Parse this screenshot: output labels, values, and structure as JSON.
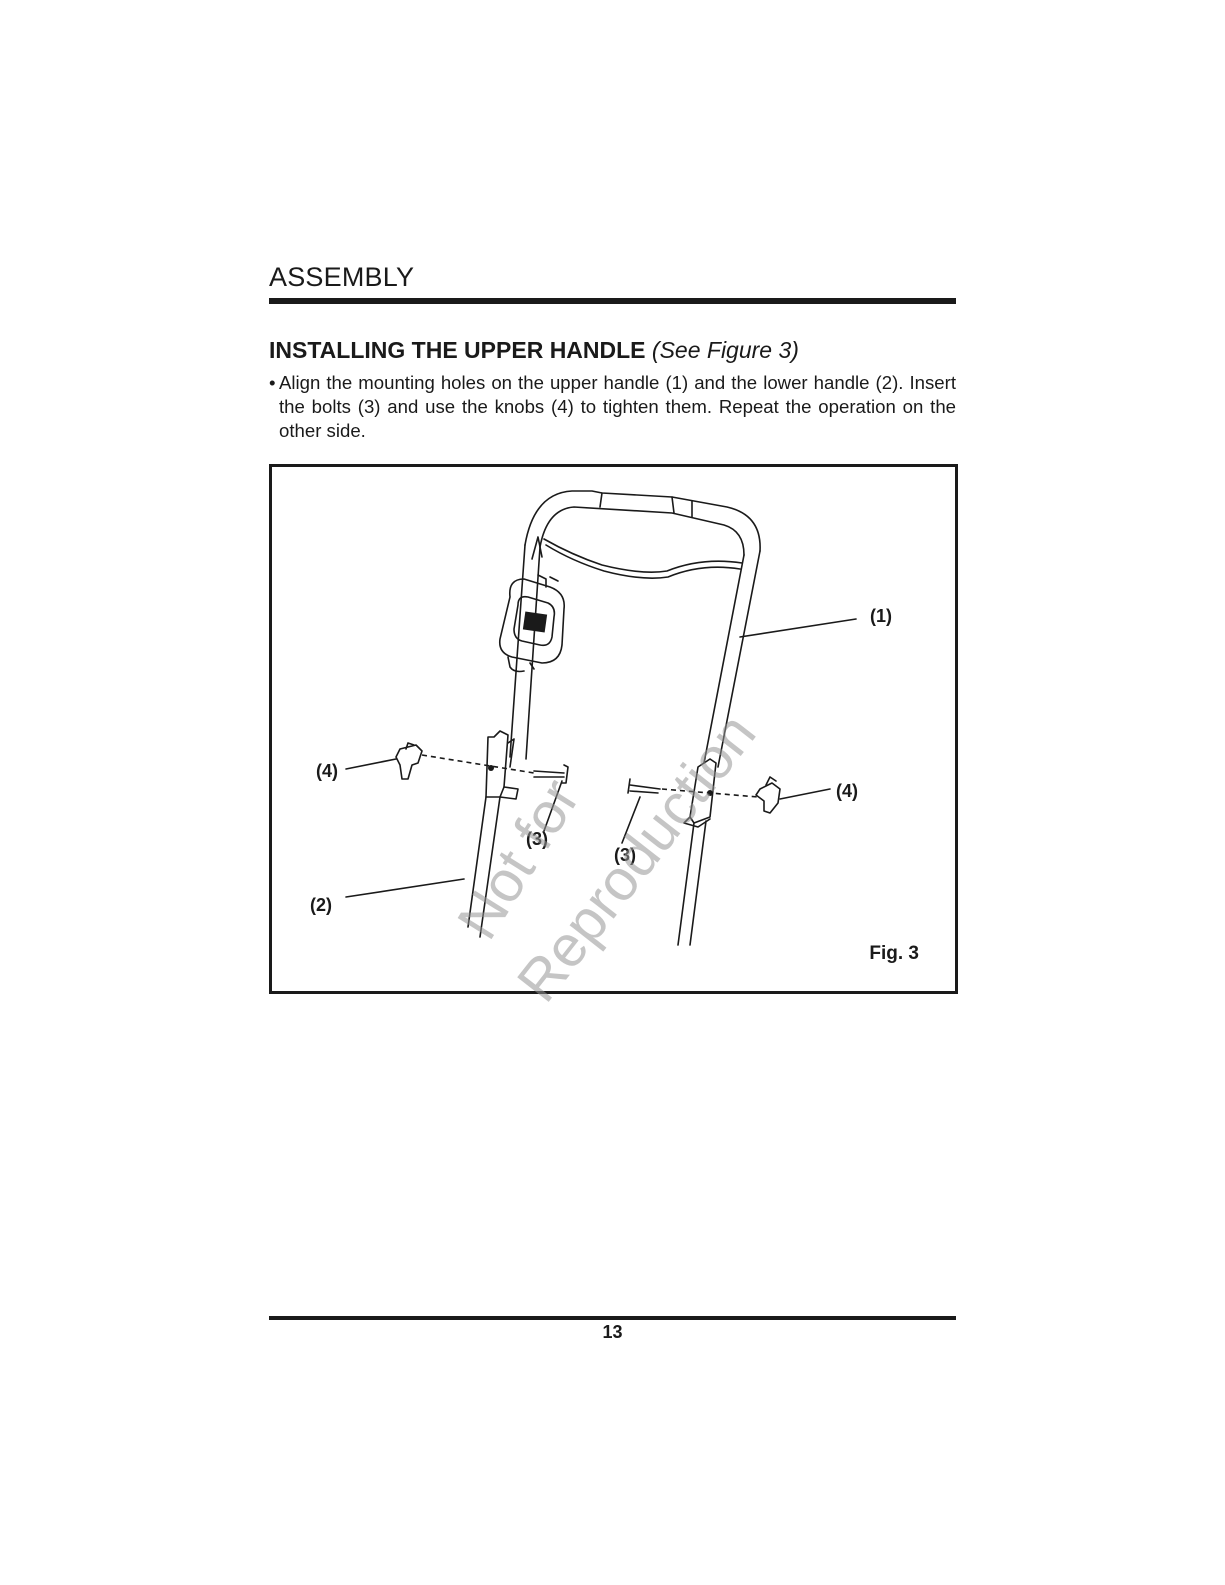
{
  "section": {
    "title": "ASSEMBLY"
  },
  "subheading": {
    "bold": "INSTALLING THE UPPER HANDLE",
    "italic": "(See Figure 3)"
  },
  "instruction": {
    "bullet": "•",
    "text": "Align the mounting holes on the upper handle (1) and the lower handle (2). Insert the bolts (3) and use the knobs (4) to tighten them. Repeat the operation on the other side."
  },
  "figure": {
    "callouts": {
      "upper_handle": "(1)",
      "lower_handle": "(2)",
      "bolt_left": "(3)",
      "bolt_right": "(3)",
      "knob_left": "(4)",
      "knob_right": "(4)"
    },
    "label": "Fig. 3",
    "watermark_line1": "Not for",
    "watermark_line2": "Reproduction"
  },
  "footer": {
    "page_number": "13"
  }
}
